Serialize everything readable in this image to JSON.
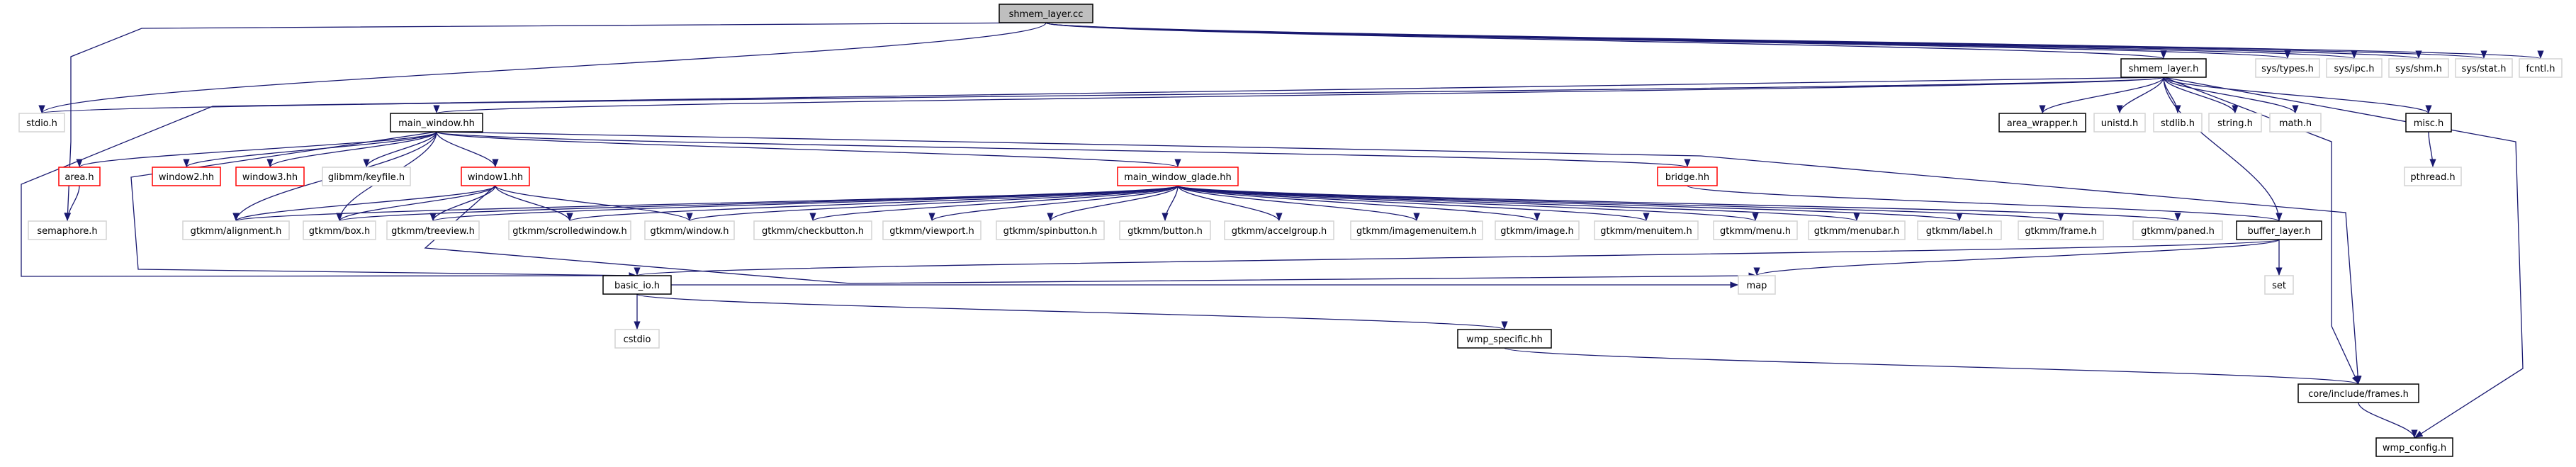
{
  "colors": {
    "edge": "#191970",
    "node_default_border": "#000000",
    "node_missing_border": "#d3d3d3",
    "node_red_border": "#ff0000",
    "root_fill": "#bfbfbf"
  },
  "nodes": {
    "shmem_layer_cc": "shmem_layer.cc",
    "shmem_layer_h": "shmem_layer.h",
    "sys_types": "sys/types.h",
    "sys_ipc": "sys/ipc.h",
    "sys_shm": "sys/shm.h",
    "sys_stat": "sys/stat.h",
    "fcntl": "fcntl.h",
    "stdio": "stdio.h",
    "main_window_hh": "main_window.hh",
    "area_wrapper": "area_wrapper.h",
    "unistd": "unistd.h",
    "stdlib": "stdlib.h",
    "string_h": "string.h",
    "math_h": "math.h",
    "misc_h": "misc.h",
    "pthread": "pthread.h",
    "area_h": "area.h",
    "window2": "window2.hh",
    "window3": "window3.hh",
    "glibmm_keyfile": "glibmm/keyfile.h",
    "window1": "window1.hh",
    "main_window_glade": "main_window_glade.hh",
    "bridge": "bridge.hh",
    "semaphore": "semaphore.h",
    "gtk_alignment": "gtkmm/alignment.h",
    "gtk_box": "gtkmm/box.h",
    "gtk_treeview": "gtkmm/treeview.h",
    "gtk_scrolled": "gtkmm/scrolledwindow.h",
    "gtk_window": "gtkmm/window.h",
    "gtk_checkbutton": "gtkmm/checkbutton.h",
    "gtk_viewport": "gtkmm/viewport.h",
    "gtk_spinbutton": "gtkmm/spinbutton.h",
    "gtk_button": "gtkmm/button.h",
    "gtk_accelgroup": "gtkmm/accelgroup.h",
    "gtk_imagemenuitem": "gtkmm/imagemenuitem.h",
    "gtk_image": "gtkmm/image.h",
    "gtk_menuitem": "gtkmm/menuitem.h",
    "gtk_menu": "gtkmm/menu.h",
    "gtk_menubar": "gtkmm/menubar.h",
    "gtk_label": "gtkmm/label.h",
    "gtk_frame": "gtkmm/frame.h",
    "gtk_paned": "gtkmm/paned.h",
    "buffer_layer": "buffer_layer.h",
    "basic_io": "basic_io.h",
    "map": "map",
    "set": "set",
    "cstdio": "cstdio",
    "wmp_specific": "wmp_specific.hh",
    "core_frames": "core/include/frames.h",
    "wmp_config": "wmp_config.h"
  }
}
